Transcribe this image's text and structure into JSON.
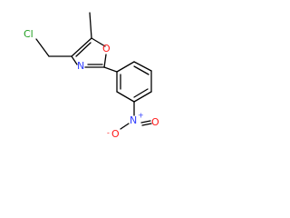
{
  "molecule": {
    "colors": {
      "bond": "#000000",
      "carbon_label": "#000000",
      "chlorine": "#1f9e1f",
      "nitrogen": "#2f3cff",
      "oxygen": "#ff1a1a"
    },
    "atoms": {
      "cl": "Cl",
      "n_ring": "N",
      "o_ring": "O",
      "n_nitro": "N",
      "n_nitro_charge": "+",
      "o_nitro_double": "O",
      "o_nitro_single": "O",
      "o_nitro_charge": "-"
    }
  }
}
